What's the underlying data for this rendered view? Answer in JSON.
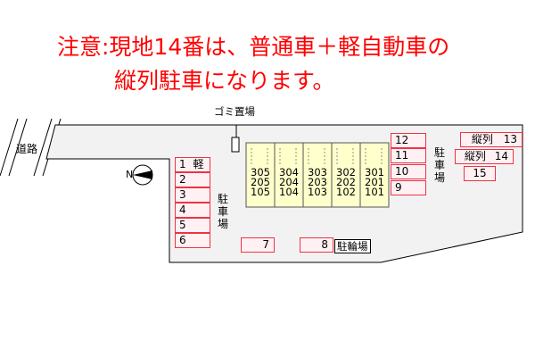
{
  "notice": {
    "line1": "注意:現地14番は、普通車＋軽自動車の",
    "line2": "縦列駐車になります。"
  },
  "map": {
    "road_label": "道路",
    "garbage_label": "ゴミ置場",
    "parking_label": "駐車場",
    "bicycle_label": "駐輪場",
    "north_symbol": "N",
    "units": [
      {
        "top": "305",
        "mid": "205",
        "bot": "105"
      },
      {
        "top": "304",
        "mid": "204",
        "bot": "104"
      },
      {
        "top": "303",
        "mid": "203",
        "bot": "103"
      },
      {
        "top": "302",
        "mid": "202",
        "bot": "102"
      },
      {
        "top": "301",
        "mid": "201",
        "bot": "101"
      }
    ],
    "left_slots": [
      {
        "num": "1",
        "note": "軽"
      },
      {
        "num": "2",
        "note": ""
      },
      {
        "num": "3",
        "note": ""
      },
      {
        "num": "4",
        "note": ""
      },
      {
        "num": "5",
        "note": ""
      },
      {
        "num": "6",
        "note": ""
      }
    ],
    "bottom_slots": [
      {
        "num": "7",
        "note": ""
      },
      {
        "num": "8",
        "note": ""
      }
    ],
    "right_slots": [
      {
        "num": "12",
        "note": ""
      },
      {
        "num": "11",
        "note": ""
      },
      {
        "num": "10",
        "note": ""
      },
      {
        "num": "9",
        "note": ""
      }
    ],
    "far_right_slots": [
      {
        "num": "13",
        "note": "縦列"
      },
      {
        "num": "14",
        "note": "縦列"
      },
      {
        "num": "15",
        "note": ""
      }
    ]
  }
}
